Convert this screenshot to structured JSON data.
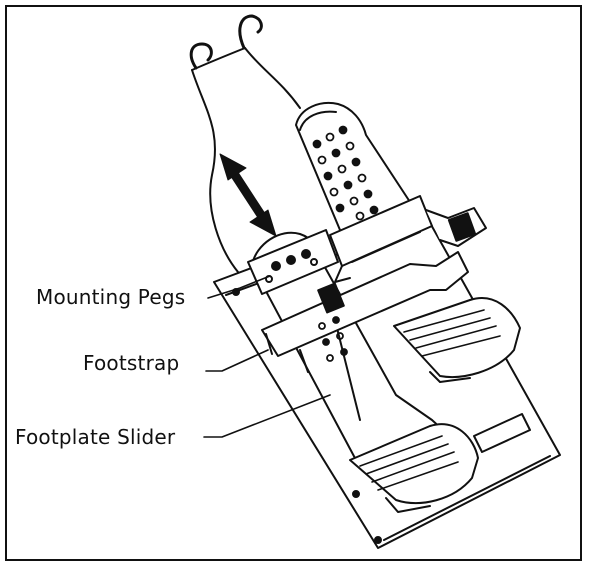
{
  "labels": {
    "mounting_pegs": "Mounting Pegs",
    "footstrap": "Footstrap",
    "footplate_slider": "Footplate Slider"
  },
  "colors": {
    "line": "#111111",
    "background": "#ffffff"
  },
  "icons": {
    "adjustment_arrow": "double-headed-arrow-icon"
  }
}
